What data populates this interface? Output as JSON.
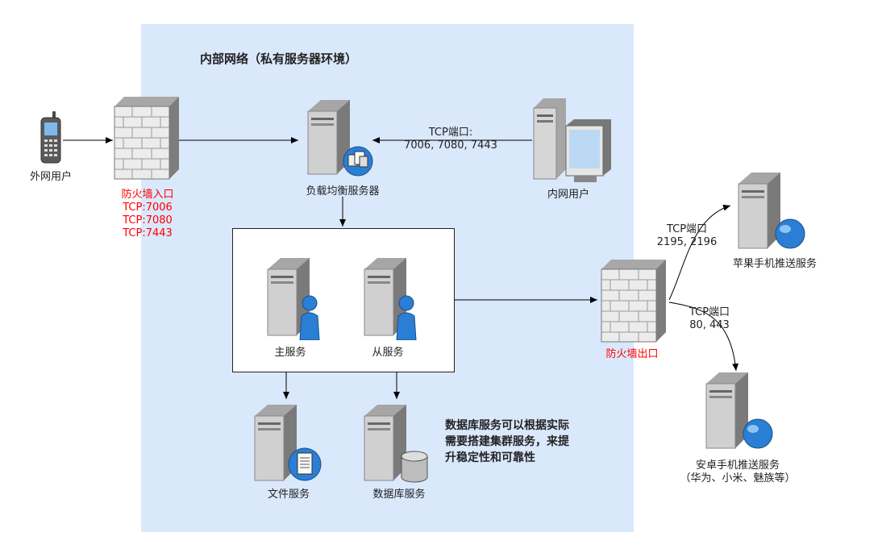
{
  "zone": {
    "title": "内部网络（私有服务器环境）"
  },
  "nodes": {
    "external_user": "外网用户",
    "firewall_in": [
      "防火墙入口",
      "TCP:7006",
      "TCP:7080",
      "TCP:7443"
    ],
    "load_balancer": "负载均衡服务器",
    "internal_user": "内网用户",
    "master": "主服务",
    "slave": "从服务",
    "file_service": "文件服务",
    "db_service": "数据库服务",
    "firewall_out": "防火墙出口",
    "apple_push": "苹果手机推送服务",
    "android_push": [
      "安卓手机推送服务",
      "（华为、小米、魅族等）"
    ]
  },
  "edges": {
    "internal_ports": [
      "TCP端口:",
      "7006, 7080, 7443"
    ],
    "apple_ports": [
      "TCP端口",
      "2195, 2196"
    ],
    "android_ports": [
      "TCP端口",
      "80, 443"
    ]
  },
  "note": [
    "数据库服务可以根据实际",
    "需要搭建集群服务，来提",
    "升稳定性和可靠性"
  ],
  "colors": {
    "zone_fill": "#dae8fc",
    "firewall_label": "#ff0000",
    "server_body": "#c7c7c7",
    "globe": "#2a7fd4"
  }
}
